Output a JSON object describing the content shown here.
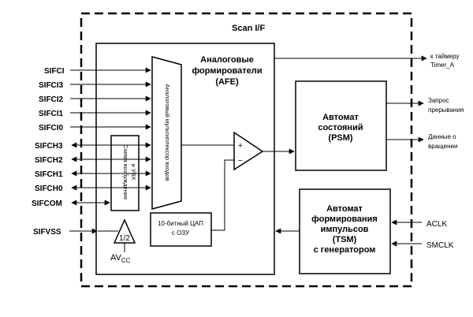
{
  "scan_if": {
    "title": "Scan I/F"
  },
  "afe": {
    "line1": "Аналоговые",
    "line2": "формирователи",
    "line3": "(AFE)"
  },
  "analog_mux": {
    "label": "Аналоговый мультиплексор входов"
  },
  "excitation": {
    "label_line1": "Схема возбуждения",
    "label_line2": "и УВХ"
  },
  "divider": {
    "label": "1/2"
  },
  "avcc": {
    "main": "AV",
    "sub": "CC"
  },
  "dac": {
    "line1": "10-битный ЦАП",
    "line2": "с ОЗУ"
  },
  "comparator": {
    "plus": "+",
    "minus": "–"
  },
  "psm": {
    "line1": "Автомат",
    "line2": "состояний",
    "line3": "(PSM)"
  },
  "tsm": {
    "line1": "Автомат",
    "line2": "формирования",
    "line3": "импульсов",
    "line4": "(TSM)",
    "line5": "с генератором"
  },
  "inputs_mux": [
    "SIFCI",
    "SIFCI3",
    "SIFCI2",
    "SIFCI1",
    "SIFCI0"
  ],
  "inputs_ch": [
    "SIFCH3",
    "SIFCH2",
    "SIFCH1",
    "SIFCH0"
  ],
  "sifcom": "SIFCOM",
  "sifvss": "SIFVSS",
  "outputs": {
    "timer_line1": "к таймеру",
    "timer_line2": "Timer_A",
    "irq_line1": "Запрос",
    "irq_line2": "прерывания",
    "rot_line1": "Данные о",
    "rot_line2": "вращении"
  },
  "clocks": [
    "ACLK",
    "SMCLK"
  ]
}
